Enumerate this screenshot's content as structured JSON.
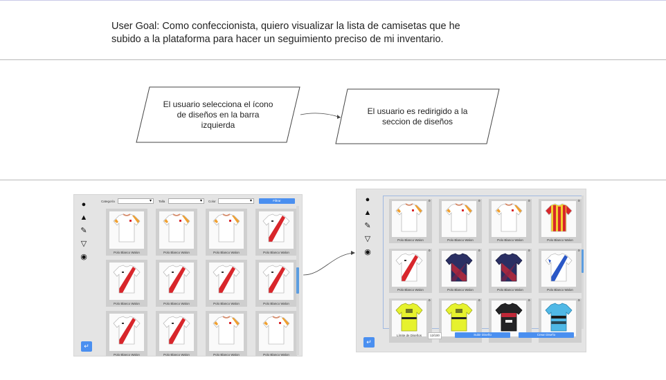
{
  "goal": {
    "line1": "User Goal:  Como confeccionista, quiero visualizar la lista de camisetas que he",
    "line2": "subido a la plataforma para hacer un seguimiento preciso de mi inventario."
  },
  "flow": {
    "step1": "El usuario selecciona el ícono de diseños en la barra izquierda",
    "step2": "El usuario es redirigido a la seccion de diseños"
  },
  "colors": {
    "accent": "#4a8ff0",
    "jersey_red": "#d8262b",
    "jersey_navy": "#2a2f63",
    "jersey_yellow": "#e6f22e",
    "jersey_cyan": "#4fb8e6"
  },
  "left_screen": {
    "sidebar_icons": [
      "user-icon",
      "shirt-icon",
      "design-icon",
      "cart-icon",
      "palette-icon"
    ],
    "filters": {
      "categoria": "Categoría",
      "talla": "Talla",
      "color": "Color",
      "button": "Filtrar"
    },
    "cards": [
      {
        "label": "Polo Blanco Walon",
        "design": "white-orange"
      },
      {
        "label": "Polo Blanco Walon",
        "design": "white-orange"
      },
      {
        "label": "Polo Blanco Walon",
        "design": "white-orange"
      },
      {
        "label": "Polo Blanco Walon",
        "design": "white-red-sash"
      },
      {
        "label": "Polo Blanco Walon",
        "design": "white-red-sash"
      },
      {
        "label": "Polo Blanco Walon",
        "design": "white-red-sash"
      },
      {
        "label": "Polo Blanco Walon",
        "design": "white-red-sash"
      },
      {
        "label": "Polo Blanco Walon",
        "design": "white-red-sash"
      },
      {
        "label": "Polo Blanco Walon",
        "design": "white-red-sash"
      },
      {
        "label": "Polo Blanco Walon",
        "design": "white-red-sash"
      },
      {
        "label": "Polo Blanco Walon",
        "design": "white-orange"
      },
      {
        "label": "Polo Blanco Walon",
        "design": "white-orange"
      }
    ]
  },
  "right_screen": {
    "sidebar_icons": [
      "user-icon",
      "shirt-icon",
      "design-icon",
      "cart-icon",
      "palette-icon"
    ],
    "cards": [
      {
        "label": "Polo Blanco Walon",
        "design": "white-orange"
      },
      {
        "label": "Polo Blanco Walon",
        "design": "white-orange"
      },
      {
        "label": "Polo Blanco Walon",
        "design": "white-orange"
      },
      {
        "label": "Polo Blanco Walon",
        "design": "red-yellow-stripes"
      },
      {
        "label": "Polo Blanco Walon",
        "design": "white-red-sash"
      },
      {
        "label": "Polo Blanco Walon",
        "design": "navy-red"
      },
      {
        "label": "Polo Blanco Walon",
        "design": "navy-red"
      },
      {
        "label": "Polo Blanco Walon",
        "design": "white-blue-sash"
      },
      {
        "label": "",
        "design": "yellow-black"
      },
      {
        "label": "",
        "design": "yellow-black"
      },
      {
        "label": "",
        "design": "black-red"
      },
      {
        "label": "",
        "design": "cyan-black"
      }
    ],
    "limit_label": "Límite de Diseños",
    "limit_value": "12/100",
    "upload_button": "Subir Diseño",
    "create_button": "Crear Diseño"
  }
}
